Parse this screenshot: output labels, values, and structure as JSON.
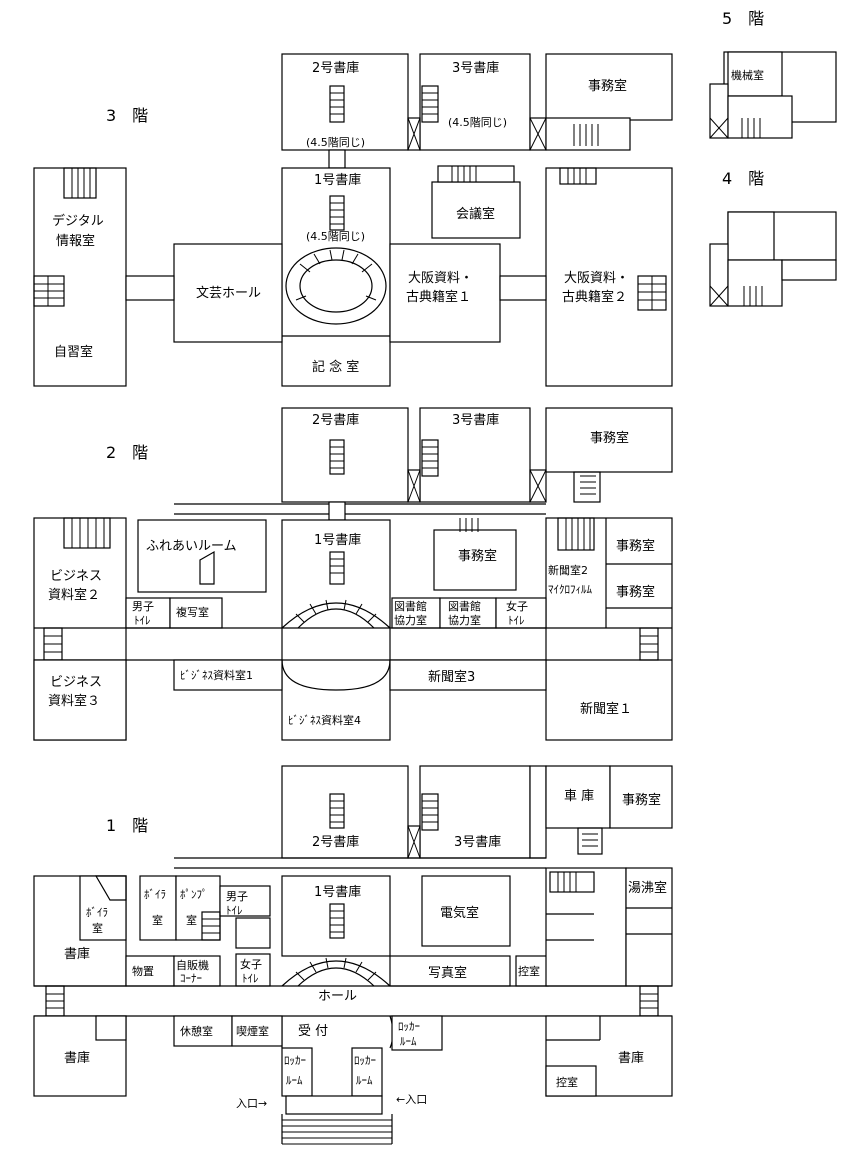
{
  "floors": {
    "f5": "5　階",
    "f4": "4　階",
    "f3": "3　階",
    "f2": "2　階",
    "f1": "1　階"
  },
  "f5": {
    "kikai": "機械室"
  },
  "f3": {
    "stack2": "2号書庫",
    "stack3": "3号書庫",
    "office": "事務室",
    "same45_a": "(4.5階同じ)",
    "same45_b": "(4.5階同じ)",
    "same45_c": "(4.5階同じ)",
    "stack1": "1号書庫",
    "meeting": "会議室",
    "digital_1": "デジタル",
    "digital_2": "情報室",
    "selfstudy": "自習室",
    "hall": "文芸ホール",
    "osaka1_1": "大阪資料・",
    "osaka1_2": "古典籍室１",
    "osaka2_1": "大阪資料・",
    "osaka2_2": "古典籍室２",
    "memorial": "記 念 室"
  },
  "f2": {
    "stack2": "2号書庫",
    "stack3": "3号書庫",
    "office_top": "事務室",
    "fureai": "ふれあいルーム",
    "stack1": "1号書庫",
    "office_mid": "事務室",
    "np2_1": "新聞室2",
    "np2_2": "ﾏｲｸﾛﾌｨﾙﾑ",
    "office_r1": "事務室",
    "office_r2": "事務室",
    "biz2_1": "ビジネス",
    "biz2_2": "資料室２",
    "men_1": "男子",
    "men_2": "ﾄｲﾚ",
    "copy": "複写室",
    "libcoop1_1": "図書館",
    "libcoop1_2": "協力室",
    "libcoop2_1": "図書館",
    "libcoop2_2": "協力室",
    "women_1": "女子",
    "women_2": "ﾄｲﾚ",
    "biz3_1": "ビジネス",
    "biz3_2": "資料室３",
    "biz1": "ﾋﾞｼﾞﾈｽ資料室1",
    "np3": "新聞室3",
    "np1": "新聞室１",
    "biz4": "ﾋﾞｼﾞﾈｽ資料室4"
  },
  "f1": {
    "stack2": "2号書庫",
    "stack3": "3号書庫",
    "garage": "車 庫",
    "office": "事務室",
    "boiler_a1": "ﾎﾞｲﾗ",
    "boiler_a2": "室",
    "boiler_b1": "ﾎﾞｲﾗ",
    "boiler_b2": "室",
    "pump1": "ﾎﾟﾝﾌﾟ",
    "pump2": "室",
    "men_1": "男子",
    "men_2": "ﾄｲﾚ",
    "stack1": "1号書庫",
    "elec": "電気室",
    "boil": "湯沸室",
    "shoko_l": "書庫",
    "storage": "物置",
    "vend_1": "自販機",
    "vend_2": "ｺｰﾅｰ",
    "women_1": "女子",
    "women_2": "ﾄｲﾚ",
    "photo": "写真室",
    "hikae": "控室",
    "hall": "ホール",
    "lounge": "休憩室",
    "smoking": "喫煙室",
    "reception": "受 付",
    "locker_r1": "ﾛｯｶｰ",
    "locker_r2": "ﾙｰﾑ",
    "shoko_bl": "書庫",
    "locker_a1": "ﾛｯｶｰ",
    "locker_a2": "ﾙｰﾑ",
    "locker_b1": "ﾛｯｶｰ",
    "locker_b2": "ﾙｰﾑ",
    "hikae_b": "控室",
    "shoko_br": "書庫",
    "entrance_l": "入口→",
    "entrance_r": "←入口"
  }
}
